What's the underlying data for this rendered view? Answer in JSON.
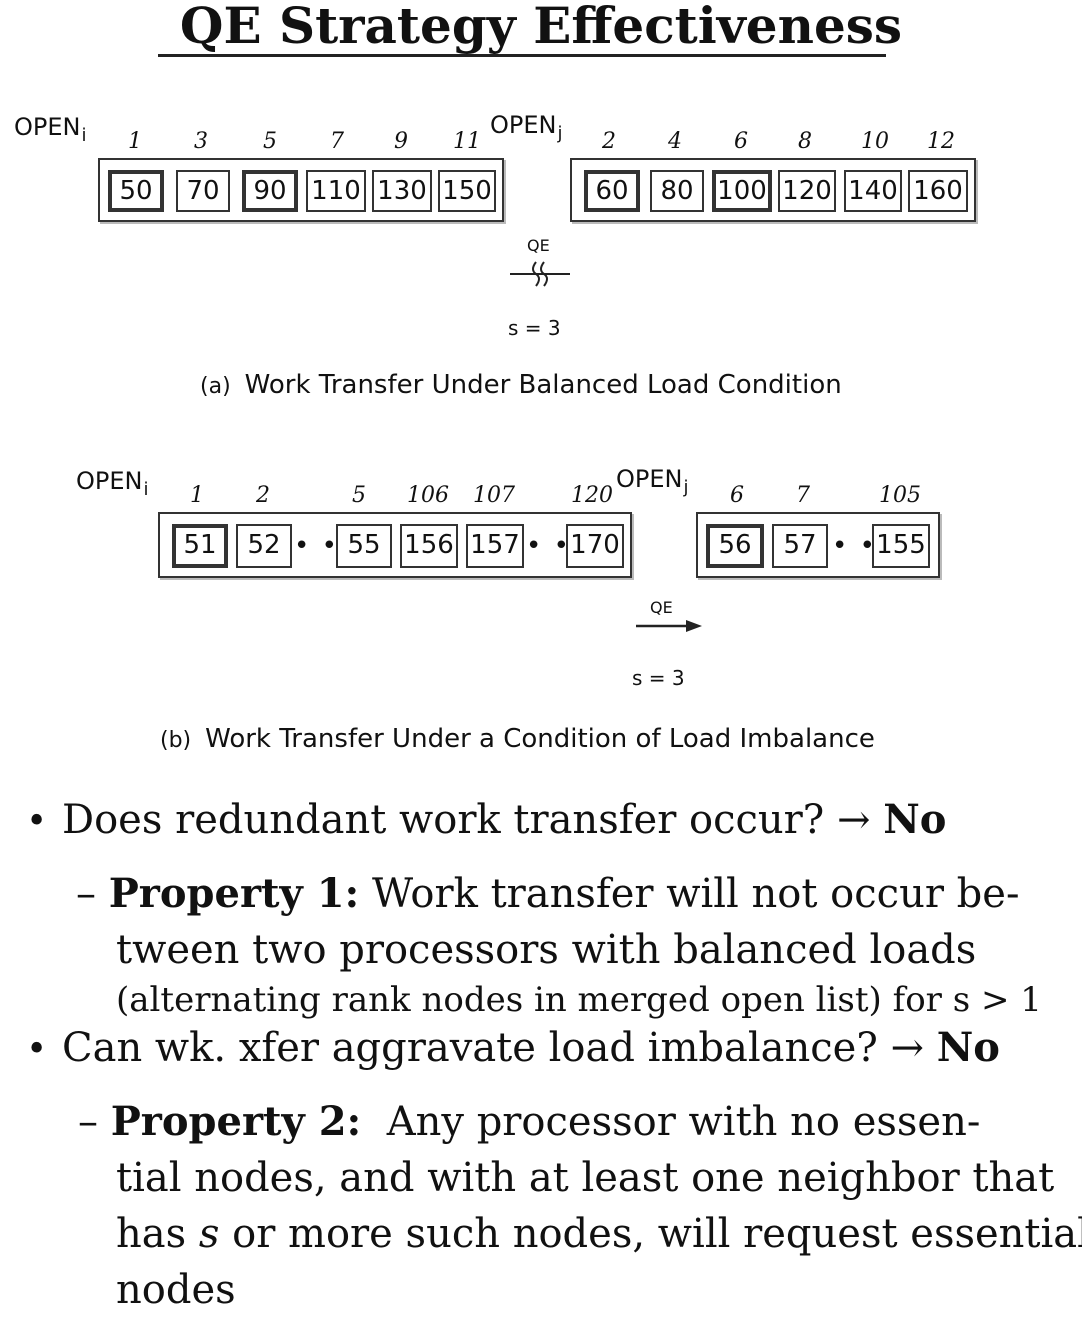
{
  "title": "QE Strategy Effectiveness",
  "diagram_a": {
    "open_i": {
      "label": "OPEN",
      "sub": "i"
    },
    "open_j": {
      "label": "OPEN",
      "sub": "j"
    },
    "left_indices": [
      "1",
      "3",
      "5",
      "7",
      "9",
      "11"
    ],
    "left_values": [
      "50",
      "70",
      "90",
      "110",
      "130",
      "150"
    ],
    "right_indices": [
      "2",
      "4",
      "6",
      "8",
      "10",
      "12"
    ],
    "right_values": [
      "60",
      "80",
      "100",
      "120",
      "140",
      "160"
    ],
    "qe": "QE",
    "s": "s = 3",
    "caption_tag": "(a)",
    "caption": "Work Transfer Under Balanced Load Condition"
  },
  "diagram_b": {
    "open_i": {
      "label": "OPEN",
      "sub": "i"
    },
    "open_j": {
      "label": "OPEN",
      "sub": "j"
    },
    "left_indices": [
      "1",
      "2",
      "5",
      "106",
      "107",
      "120"
    ],
    "left_values": [
      "51",
      "52",
      "55",
      "156",
      "157",
      "170"
    ],
    "right_indices": [
      "6",
      "7",
      "105"
    ],
    "right_values": [
      "56",
      "57",
      "155"
    ],
    "dots": "• •",
    "qe": "QE",
    "s": "s = 3",
    "caption_tag": "(b)",
    "caption": "Work Transfer Under a Condition of Load Imbalance"
  },
  "bullets": {
    "q1": "Does redundant work transfer occur? →",
    "a1": "No",
    "p1_lead": "Property 1:",
    "p1_line1": "Work transfer will not occur be-",
    "p1_line2": "tween two processors with balanced loads",
    "p1_line3": "(alternating rank nodes in merged open list) for s > 1",
    "q2": "Can wk. xfer aggravate load imbalance? →",
    "a2": "No",
    "p2_lead": "Property 2:",
    "p2_line1": "Any processor with no essen-",
    "p2_line2": "tial nodes, and with at least one neighbor that",
    "p2_line3a": "has ",
    "p2_line3s": "s",
    "p2_line3b": " or more such nodes, will request essential",
    "p2_line4": "nodes",
    "dash": "–",
    "bullet": "•"
  }
}
